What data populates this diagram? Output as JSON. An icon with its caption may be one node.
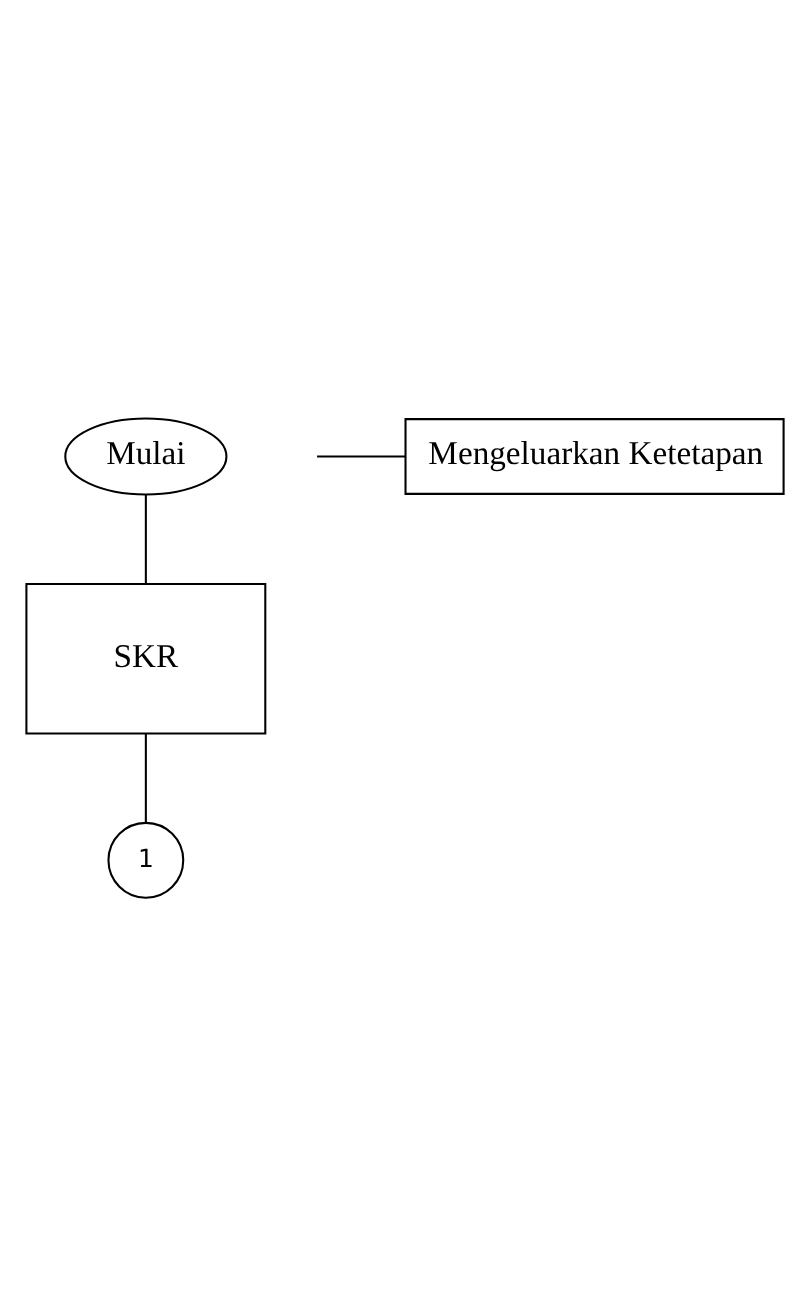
{
  "diagram": {
    "nodes": [
      {
        "text": [
          "Mulai"
        ]
      },
      {
        "text": [
          "SKR"
        ]
      },
      {
        "text": [
          "1"
        ]
      },
      {
        "text": [
          "Mengeluarkan Ketetapan"
        ]
      }
    ],
    "edges": [
      {
        "from": 0,
        "to": 1,
        "arrow": "none"
      },
      {
        "from": 1,
        "to": 2,
        "arrow": "none"
      },
      {
        "from": 3,
        "to": null,
        "arrow": "none"
      }
    ]
  }
}
